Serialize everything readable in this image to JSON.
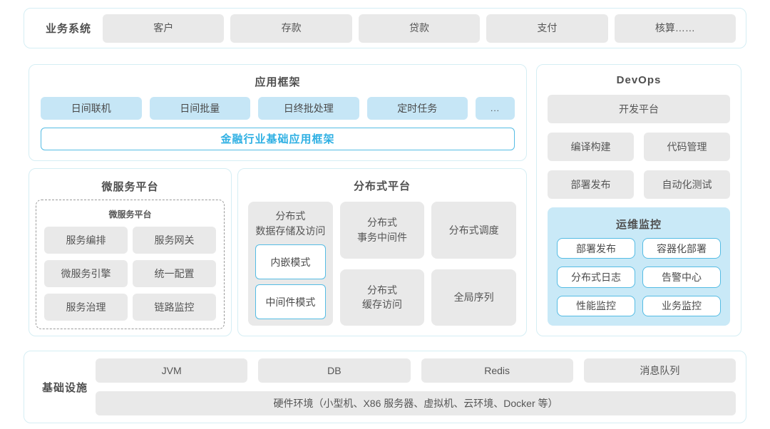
{
  "colors": {
    "band_border": "#d5eef4",
    "chip_gray": "#e9e9e9",
    "chip_blue": "#c6e6f6",
    "panel_blue": "#c9e9f7",
    "blue_border": "#55bce4",
    "accent_text": "#2fb0e3",
    "text": "#555555",
    "title_text": "#4f4f4f"
  },
  "business_systems": {
    "label": "业务系统",
    "items": [
      "客户",
      "存款",
      "贷款",
      "支付",
      "核算……"
    ]
  },
  "app_framework": {
    "title": "应用框架",
    "modules": [
      "日间联机",
      "日间批量",
      "日终批处理",
      "定时任务",
      "..."
    ],
    "base": "金融行业基础应用框架"
  },
  "microservice": {
    "title": "微服务平台",
    "inner_title": "微服务平台",
    "items": [
      "服务编排",
      "服务网关",
      "微服务引擎",
      "统一配置",
      "服务治理",
      "链路监控"
    ]
  },
  "distributed": {
    "title": "分布式平台",
    "storage": {
      "title": "分布式\n数据存储及访问",
      "modes": [
        "内嵌模式",
        "中间件模式"
      ]
    },
    "cells": [
      "分布式\n事务中间件",
      "分布式调度",
      "分布式\n缓存访问",
      "全局序列"
    ]
  },
  "devops": {
    "title": "DevOps",
    "platform": "开发平台",
    "tools": [
      "编译构建",
      "代码管理",
      "部署发布",
      "自动化测试"
    ],
    "monitoring": {
      "title": "运维监控",
      "items": [
        "部署发布",
        "容器化部署",
        "分布式日志",
        "告警中心",
        "性能监控",
        "业务监控"
      ]
    }
  },
  "infrastructure": {
    "label": "基础设施",
    "items": [
      "JVM",
      "DB",
      "Redis",
      "消息队列"
    ],
    "hardware": "硬件环境（小型机、X86 服务器、虚拟机、云环境、Docker 等）"
  }
}
